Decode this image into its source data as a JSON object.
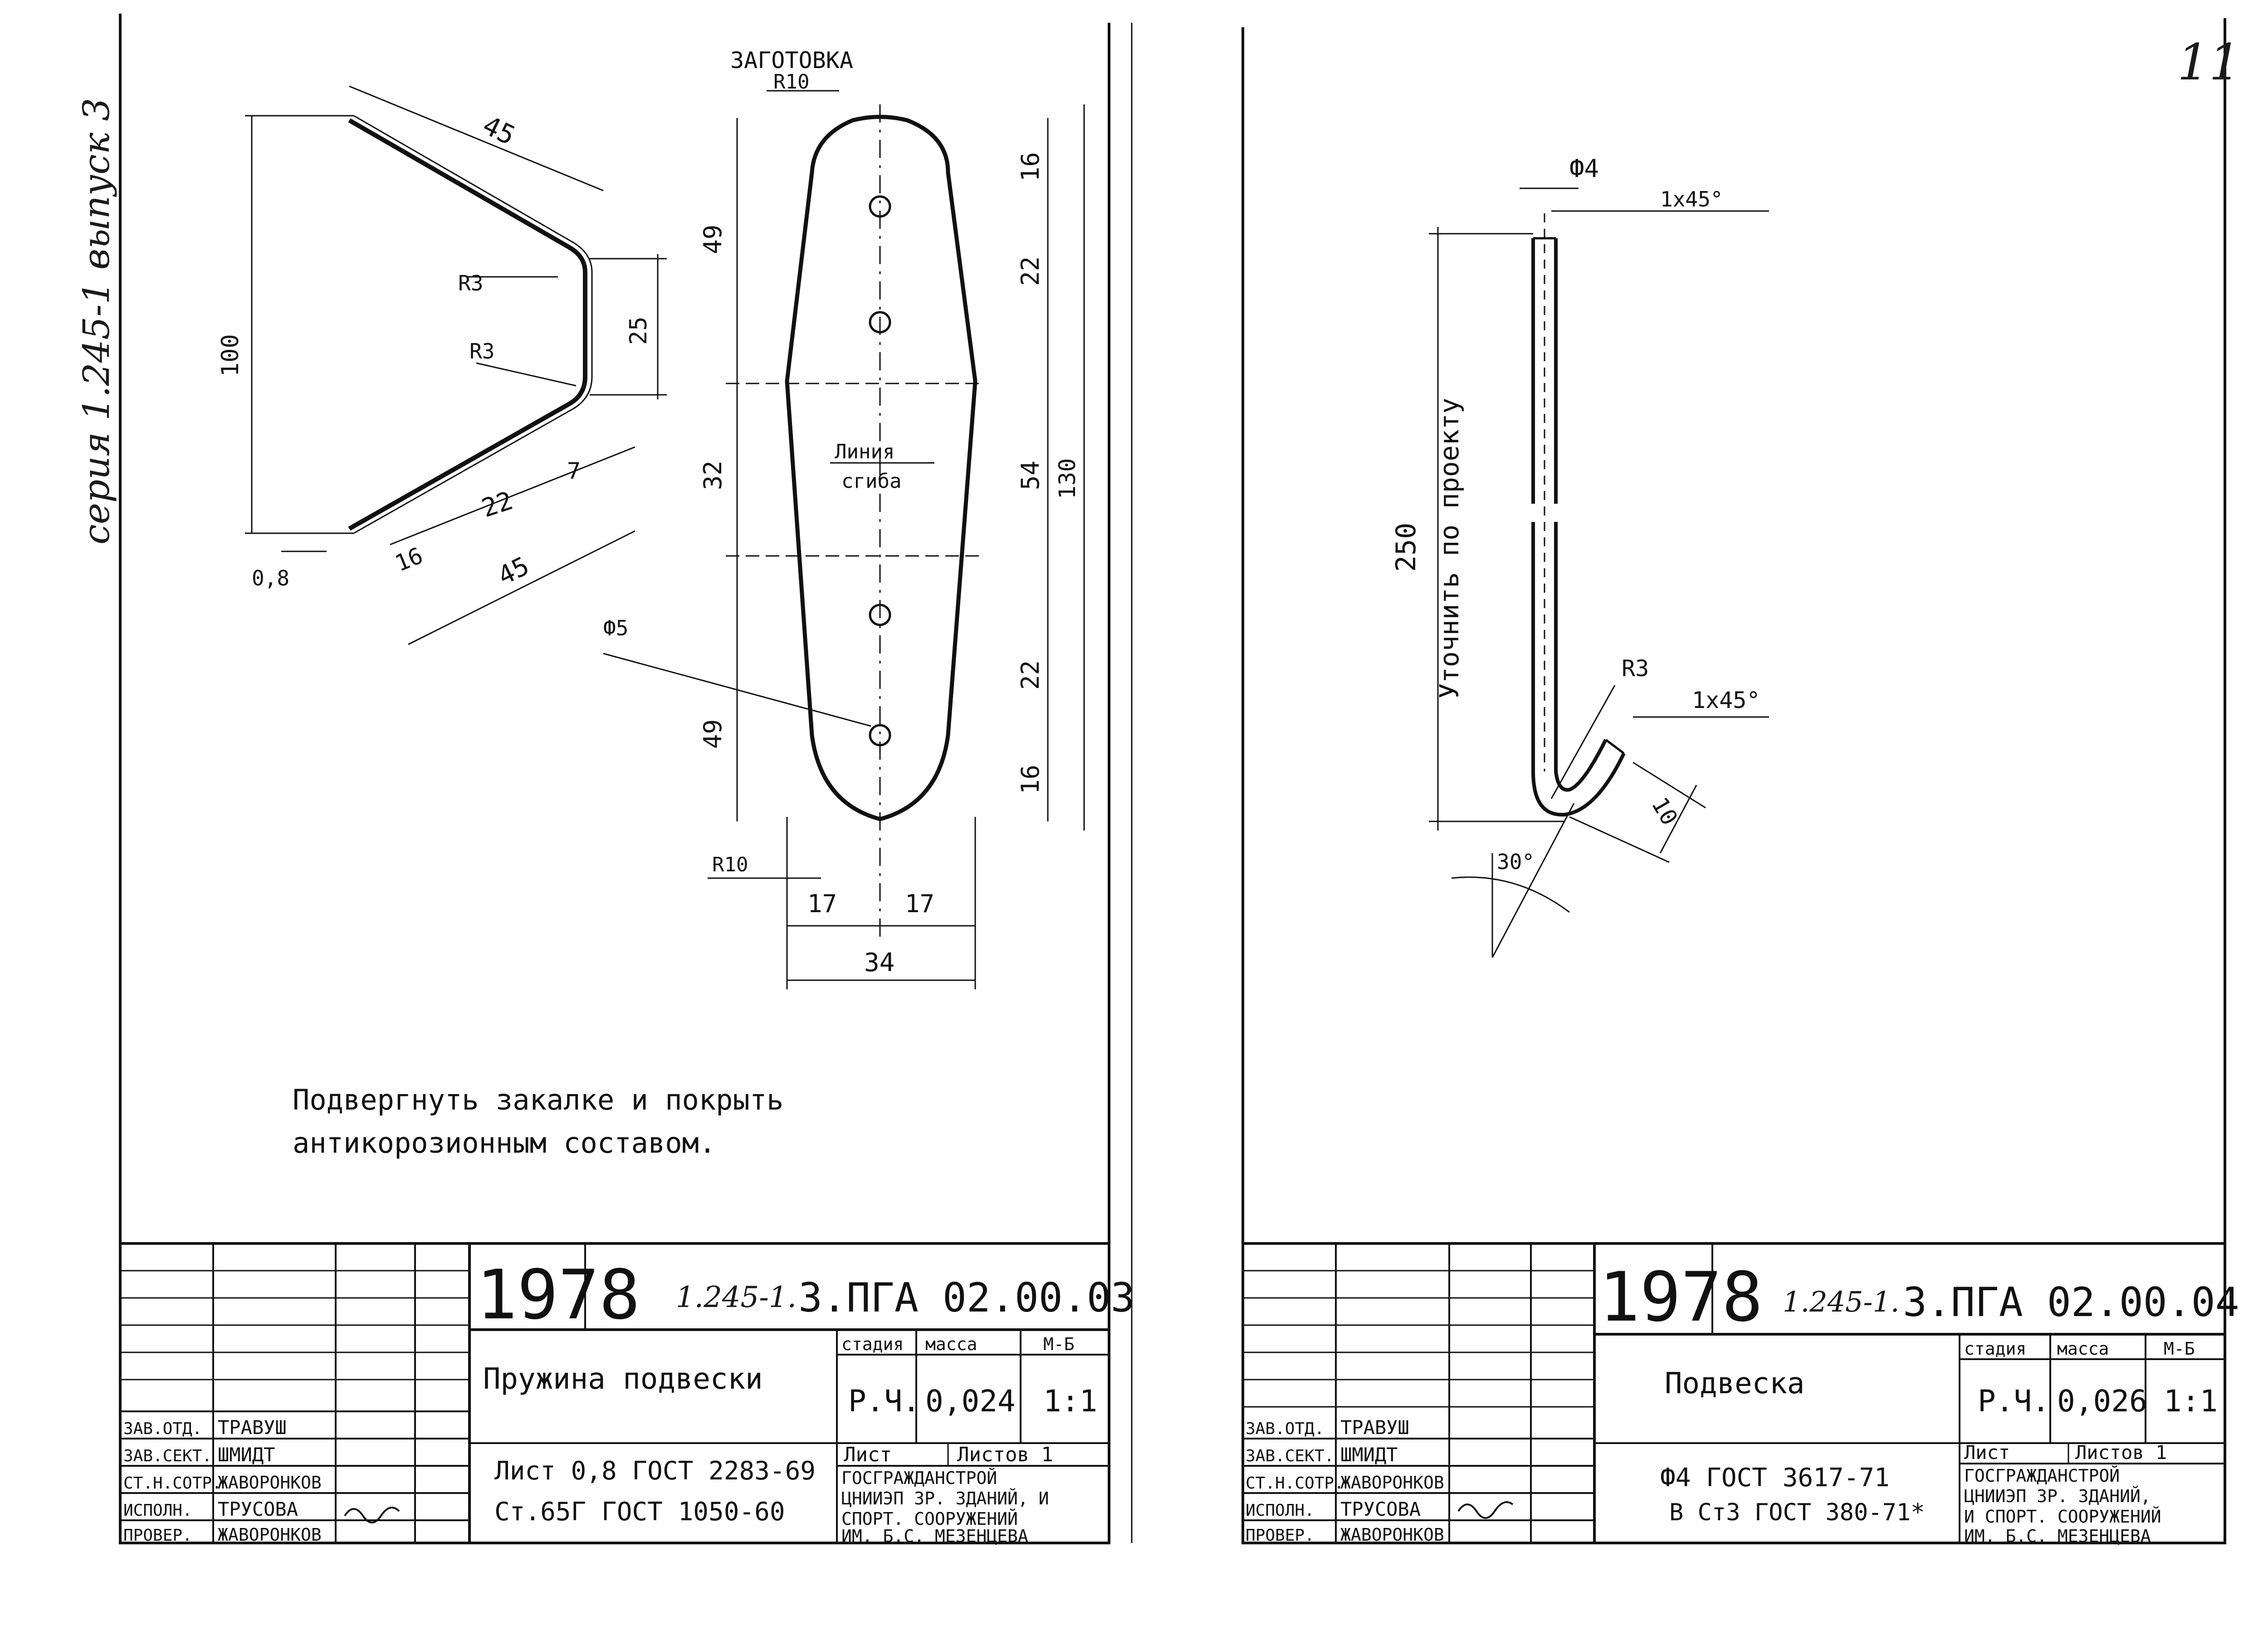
{
  "series_note": "серия 1.245-1 выпуск 3",
  "page_number": "11",
  "left": {
    "blank_label": "ЗАГОТОВКА",
    "dims_spring": {
      "d45_top": "45",
      "d100": "100",
      "r3_a": "R3",
      "r3_b": "R3",
      "d25": "25",
      "d7": "7",
      "d22": "22",
      "d16": "16",
      "d45_bot": "45",
      "d08": "0,8"
    },
    "dims_blank": {
      "r10_top": "R10",
      "r10_bot": "R10",
      "d49_top": "49",
      "d32": "32",
      "d49_bot": "49",
      "d16_top": "16",
      "d22_top": "22",
      "d54": "54",
      "d130": "130",
      "d22_bot": "22",
      "d16_bot": "16",
      "phi5": "Ф5",
      "d17a": "17",
      "d17b": "17",
      "d34": "34",
      "bend_1": "Линия",
      "bend_2": "сгиба"
    },
    "note_1": "Подвергнуть   закалке  и покрыть",
    "note_2": "антикорозионным    составом.",
    "title_block": {
      "year": "1978",
      "code_prefix": "1.245-1.",
      "code": "3.ПГА 02.00.03",
      "name": "Пружина подвески",
      "h_stage": "стадия",
      "h_mass": "масса",
      "h_scale": "М-Б",
      "stage": "Р.Ч.",
      "mass": "0,024",
      "scale": "1:1",
      "sheet": "Лист",
      "sheets": "Листов 1",
      "material_1": "Лист 0,8 ГОСТ 2283-69",
      "material_2": "Ст.65Г  ГОСТ 1050-60",
      "org_1": "ГОСГРАЖДАНСТРОЙ",
      "org_2": "ЦНИИЭП ЗР. ЗДАНИЙ, И",
      "org_3": "СПОРТ. СООРУЖЕНИЙ",
      "org_4": "ИМ. Б.С. МЕЗЕНЦЕВА",
      "roles": [
        {
          "role": "ЗАВ.ОТД.",
          "name": "ТРАВУШ"
        },
        {
          "role": "ЗАВ.СЕКТ.",
          "name": "ШМИДТ"
        },
        {
          "role": "СТ.Н.СОТР.",
          "name": "ЖАВОРОНКОВ"
        },
        {
          "role": "ИСПОЛН.",
          "name": "ТРУСОВА"
        },
        {
          "role": "ПРОВЕР.",
          "name": "ЖАВОРОНКОВ"
        }
      ]
    }
  },
  "right": {
    "phi4": "Ф4",
    "chamfer_top": "1x45°",
    "chamfer_bot": "1x45°",
    "r3": "R3",
    "d250": "250",
    "note_vertical": "Уточнить по проекту",
    "d10": "10",
    "angle": "30°",
    "title_block": {
      "year": "1978",
      "code_prefix": "1.245-1.",
      "code": "3.ПГА 02.00.04",
      "name": "Подвеска",
      "h_stage": "стадия",
      "h_mass": "масса",
      "h_scale": "М-Б",
      "stage": "Р.Ч.",
      "mass": "0,026",
      "scale": "1:1",
      "sheet": "Лист",
      "sheets": "Листов 1",
      "material_1": "Ф4 ГОСТ 3617-71",
      "material_2": "В Ст3 ГОСТ 380-71*",
      "org_1": "ГОСГРАЖДАНСТРОЙ",
      "org_2": "ЦНИИЭП ЗР. ЗДАНИЙ,",
      "org_3": "И СПОРТ. СООРУЖЕНИЙ",
      "org_4": "ИМ. Б.С. МЕЗЕНЦЕВА",
      "roles": [
        {
          "role": "ЗАВ.ОТД.",
          "name": "ТРАВУШ"
        },
        {
          "role": "ЗАВ.СЕКТ.",
          "name": "ШМИДТ"
        },
        {
          "role": "СТ.Н.СОТР.",
          "name": "ЖАВОРОНКОВ"
        },
        {
          "role": "ИСПОЛН.",
          "name": "ТРУСОВА"
        },
        {
          "role": "ПРОВЕР.",
          "name": "ЖАВОРОНКОВ"
        }
      ]
    }
  }
}
